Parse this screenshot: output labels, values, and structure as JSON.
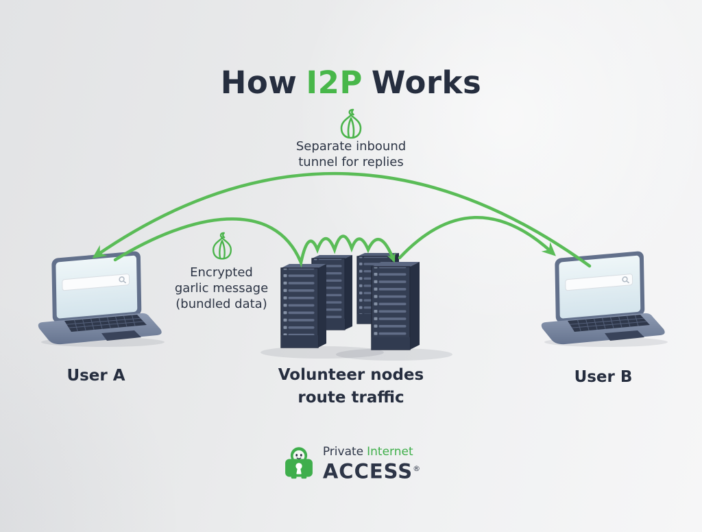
{
  "colors": {
    "accent_green": "#48b74a",
    "arrow_green": "#5abc57",
    "dark_navy": "#262e3f",
    "pia_green": "#3fae4c",
    "server_navy": "#343e53",
    "laptop_slate": "#62708b",
    "background_light": "#eeeeef"
  },
  "title": {
    "part1": "How",
    "highlight": "I2P",
    "part2": "Works"
  },
  "annotations": {
    "reply_tunnel": {
      "lines": [
        "Separate inbound",
        "tunnel for replies"
      ]
    },
    "garlic_message": {
      "lines": [
        "Encrypted",
        "garlic message",
        "(bundled data)"
      ]
    }
  },
  "labels": {
    "user_a": "User A",
    "user_b": "User B",
    "volunteer_nodes": {
      "lines": [
        "Volunteer nodes",
        "route traffic"
      ]
    }
  },
  "footer": {
    "brand_word1": "Private",
    "brand_word2": "Internet",
    "brand_word3": "ACCESS",
    "registered_mark": "®"
  },
  "icons": {
    "garlic_top": "garlic-icon",
    "garlic_message": "garlic-icon",
    "search_bar": "search-icon",
    "mascot": "pia-padlock-mascot-icon",
    "arrows": [
      "outbound-tunnel-arrow",
      "node-hop-arrow",
      "inbound-tunnel-arrow"
    ]
  }
}
